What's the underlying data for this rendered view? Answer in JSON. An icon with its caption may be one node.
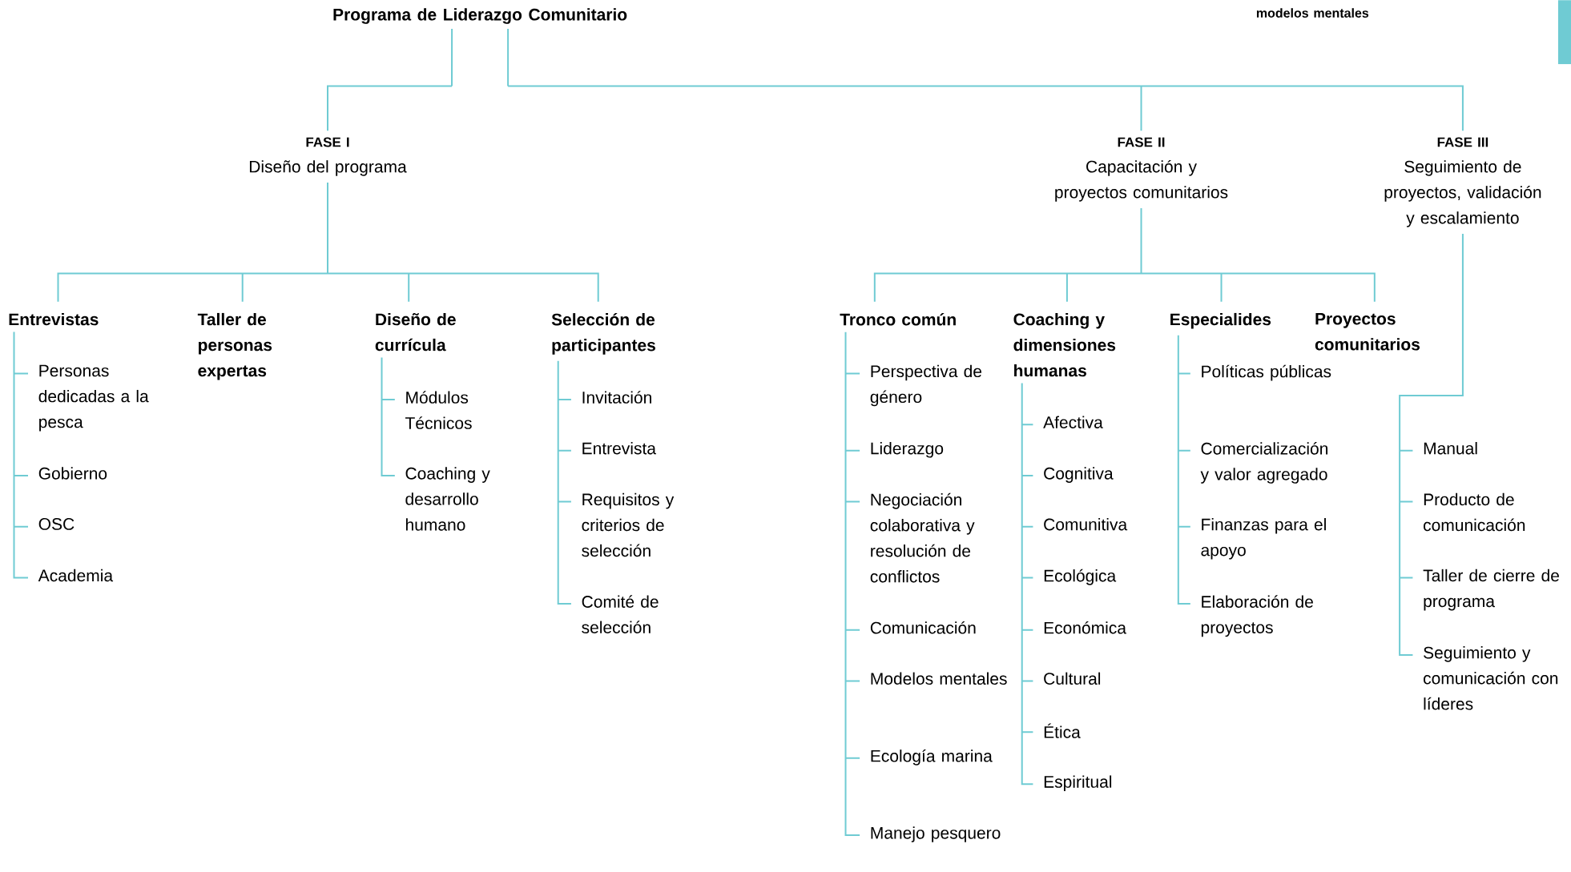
{
  "diagram": {
    "nodes": [
      {
        "text": [
          "Programa de Liderazgo Comunitario"
        ]
      },
      {
        "text": [
          "FASE I",
          "Diseño del programa"
        ]
      },
      {
        "text": [
          "Entrevistas"
        ]
      },
      {
        "text": [
          "Personas dedicadas a la pesca"
        ]
      },
      {
        "text": [
          "Gobierno"
        ]
      },
      {
        "text": [
          "OSC"
        ]
      },
      {
        "text": [
          "Academia"
        ]
      },
      {
        "text": [
          "Taller de personas expertas"
        ]
      },
      {
        "text": [
          "Diseño de currícula"
        ]
      },
      {
        "text": [
          "Módulos Técnicos"
        ]
      },
      {
        "text": [
          "Coaching y desarrollo humano"
        ]
      },
      {
        "text": [
          "Selección de participantes"
        ]
      },
      {
        "text": [
          "Invitación"
        ]
      },
      {
        "text": [
          "Entrevista"
        ]
      },
      {
        "text": [
          "Requisitos y criterios de selección"
        ]
      },
      {
        "text": [
          "Comité de selección"
        ]
      },
      {
        "text": [
          "FASE II",
          "Capacitación y proyectos comunitarios"
        ]
      },
      {
        "text": [
          "Tronco común"
        ]
      },
      {
        "text": [
          "Perspectiva de género"
        ]
      },
      {
        "text": [
          "Liderazgo"
        ]
      },
      {
        "text": [
          "Negociación colaborativa y resolución de conflictos"
        ]
      },
      {
        "text": [
          "Comunicación"
        ]
      },
      {
        "text": [
          "Modelos mentales"
        ]
      },
      {
        "text": [
          "Ecología marina"
        ]
      },
      {
        "text": [
          "Manejo pesquero"
        ]
      },
      {
        "text": [
          "Coaching y dimensiones humanas"
        ]
      },
      {
        "text": [
          "Afectiva"
        ]
      },
      {
        "text": [
          "Cognitiva"
        ]
      },
      {
        "text": [
          "Comunitiva"
        ]
      },
      {
        "text": [
          "Ecológica"
        ]
      },
      {
        "text": [
          "Económica"
        ]
      },
      {
        "text": [
          "Cultural"
        ]
      },
      {
        "text": [
          "Ética"
        ]
      },
      {
        "text": [
          "Espiritual"
        ]
      },
      {
        "text": [
          "Especialides"
        ]
      },
      {
        "text": [
          "Políticas públicas"
        ]
      },
      {
        "text": [
          "Comercialización y valor agregado"
        ]
      },
      {
        "text": [
          "Finanzas para el apoyo"
        ]
      },
      {
        "text": [
          "Elaboración de proyectos"
        ]
      },
      {
        "text": [
          "Proyectos comunitarios"
        ]
      },
      {
        "text": [
          "FASE III",
          "Seguimiento de proyectos, validación y escalamiento"
        ]
      },
      {
        "text": [
          "Manual"
        ]
      },
      {
        "text": [
          "Producto de comunicación"
        ]
      },
      {
        "text": [
          "Taller de cierre de programa"
        ]
      },
      {
        "text": [
          "Seguimiento y comunicación con líderes"
        ]
      },
      {
        "text": [],
        "shape": "bar"
      }
    ],
    "edges": [
      {
        "from": 0,
        "to": 1,
        "arrow": "none"
      },
      {
        "from": 0,
        "to": 16,
        "arrow": "none"
      },
      {
        "from": 0,
        "to": 40,
        "arrow": "none"
      },
      {
        "from": 1,
        "to": 2,
        "arrow": "none"
      },
      {
        "from": 1,
        "to": 7,
        "arrow": "none"
      },
      {
        "from": 1,
        "to": 8,
        "arrow": "none"
      },
      {
        "from": 1,
        "to": 11,
        "arrow": "none"
      },
      {
        "from": 2,
        "to": 3,
        "arrow": "none"
      },
      {
        "from": 2,
        "to": 4,
        "arrow": "none"
      },
      {
        "from": 2,
        "to": 5,
        "arrow": "none"
      },
      {
        "from": 2,
        "to": 6,
        "arrow": "none"
      },
      {
        "from": 8,
        "to": 9,
        "arrow": "none"
      },
      {
        "from": 8,
        "to": 10,
        "arrow": "none"
      },
      {
        "from": 11,
        "to": 12,
        "arrow": "none"
      },
      {
        "from": 11,
        "to": 13,
        "arrow": "none"
      },
      {
        "from": 11,
        "to": 14,
        "arrow": "none"
      },
      {
        "from": 11,
        "to": 15,
        "arrow": "none"
      },
      {
        "from": 16,
        "to": 17,
        "arrow": "none"
      },
      {
        "from": 16,
        "to": 25,
        "arrow": "none"
      },
      {
        "from": 16,
        "to": 34,
        "arrow": "none"
      },
      {
        "from": 16,
        "to": 39,
        "arrow": "none"
      },
      {
        "from": 17,
        "to": 18,
        "arrow": "none"
      },
      {
        "from": 17,
        "to": 19,
        "arrow": "none"
      },
      {
        "from": 17,
        "to": 20,
        "arrow": "none"
      },
      {
        "from": 17,
        "to": 21,
        "arrow": "none"
      },
      {
        "from": 17,
        "to": 22,
        "arrow": "none"
      },
      {
        "from": 17,
        "to": 23,
        "arrow": "none"
      },
      {
        "from": 17,
        "to": 24,
        "arrow": "none"
      },
      {
        "from": 25,
        "to": 26,
        "arrow": "none"
      },
      {
        "from": 25,
        "to": 27,
        "arrow": "none"
      },
      {
        "from": 25,
        "to": 28,
        "arrow": "none"
      },
      {
        "from": 25,
        "to": 29,
        "arrow": "none"
      },
      {
        "from": 25,
        "to": 30,
        "arrow": "none"
      },
      {
        "from": 25,
        "to": 31,
        "arrow": "none"
      },
      {
        "from": 25,
        "to": 32,
        "arrow": "none"
      },
      {
        "from": 25,
        "to": 33,
        "arrow": "none"
      },
      {
        "from": 34,
        "to": 35,
        "arrow": "none"
      },
      {
        "from": 34,
        "to": 36,
        "arrow": "none"
      },
      {
        "from": 34,
        "to": 37,
        "arrow": "none"
      },
      {
        "from": 34,
        "to": 38,
        "arrow": "none"
      },
      {
        "from": 40,
        "to": 41,
        "arrow": "none"
      },
      {
        "from": 40,
        "to": 42,
        "arrow": "none"
      },
      {
        "from": 40,
        "to": 43,
        "arrow": "none"
      },
      {
        "from": 40,
        "to": 44,
        "arrow": "none"
      }
    ],
    "labels": [
      "modelos mentales"
    ]
  }
}
